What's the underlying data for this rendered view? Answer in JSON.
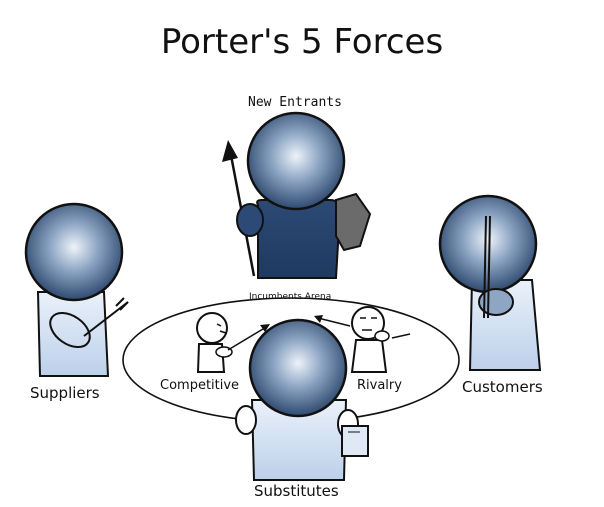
{
  "title": "Porter's 5 Forces",
  "arena_label": "Incumbents Arena",
  "forces": {
    "new_entrants": "New Entrants",
    "suppliers": "Suppliers",
    "customers": "Customers",
    "substitutes": "Substitutes",
    "rivalry_left": "Competitive",
    "rivalry_right": "Rivalry"
  },
  "colors": {
    "head_dark": "#2f4a70",
    "head_light": "#e6edf6",
    "body_dark": "#243f66",
    "body_light": "#d5e3f4",
    "outline": "#111111",
    "shield": "#6b6b6b"
  }
}
